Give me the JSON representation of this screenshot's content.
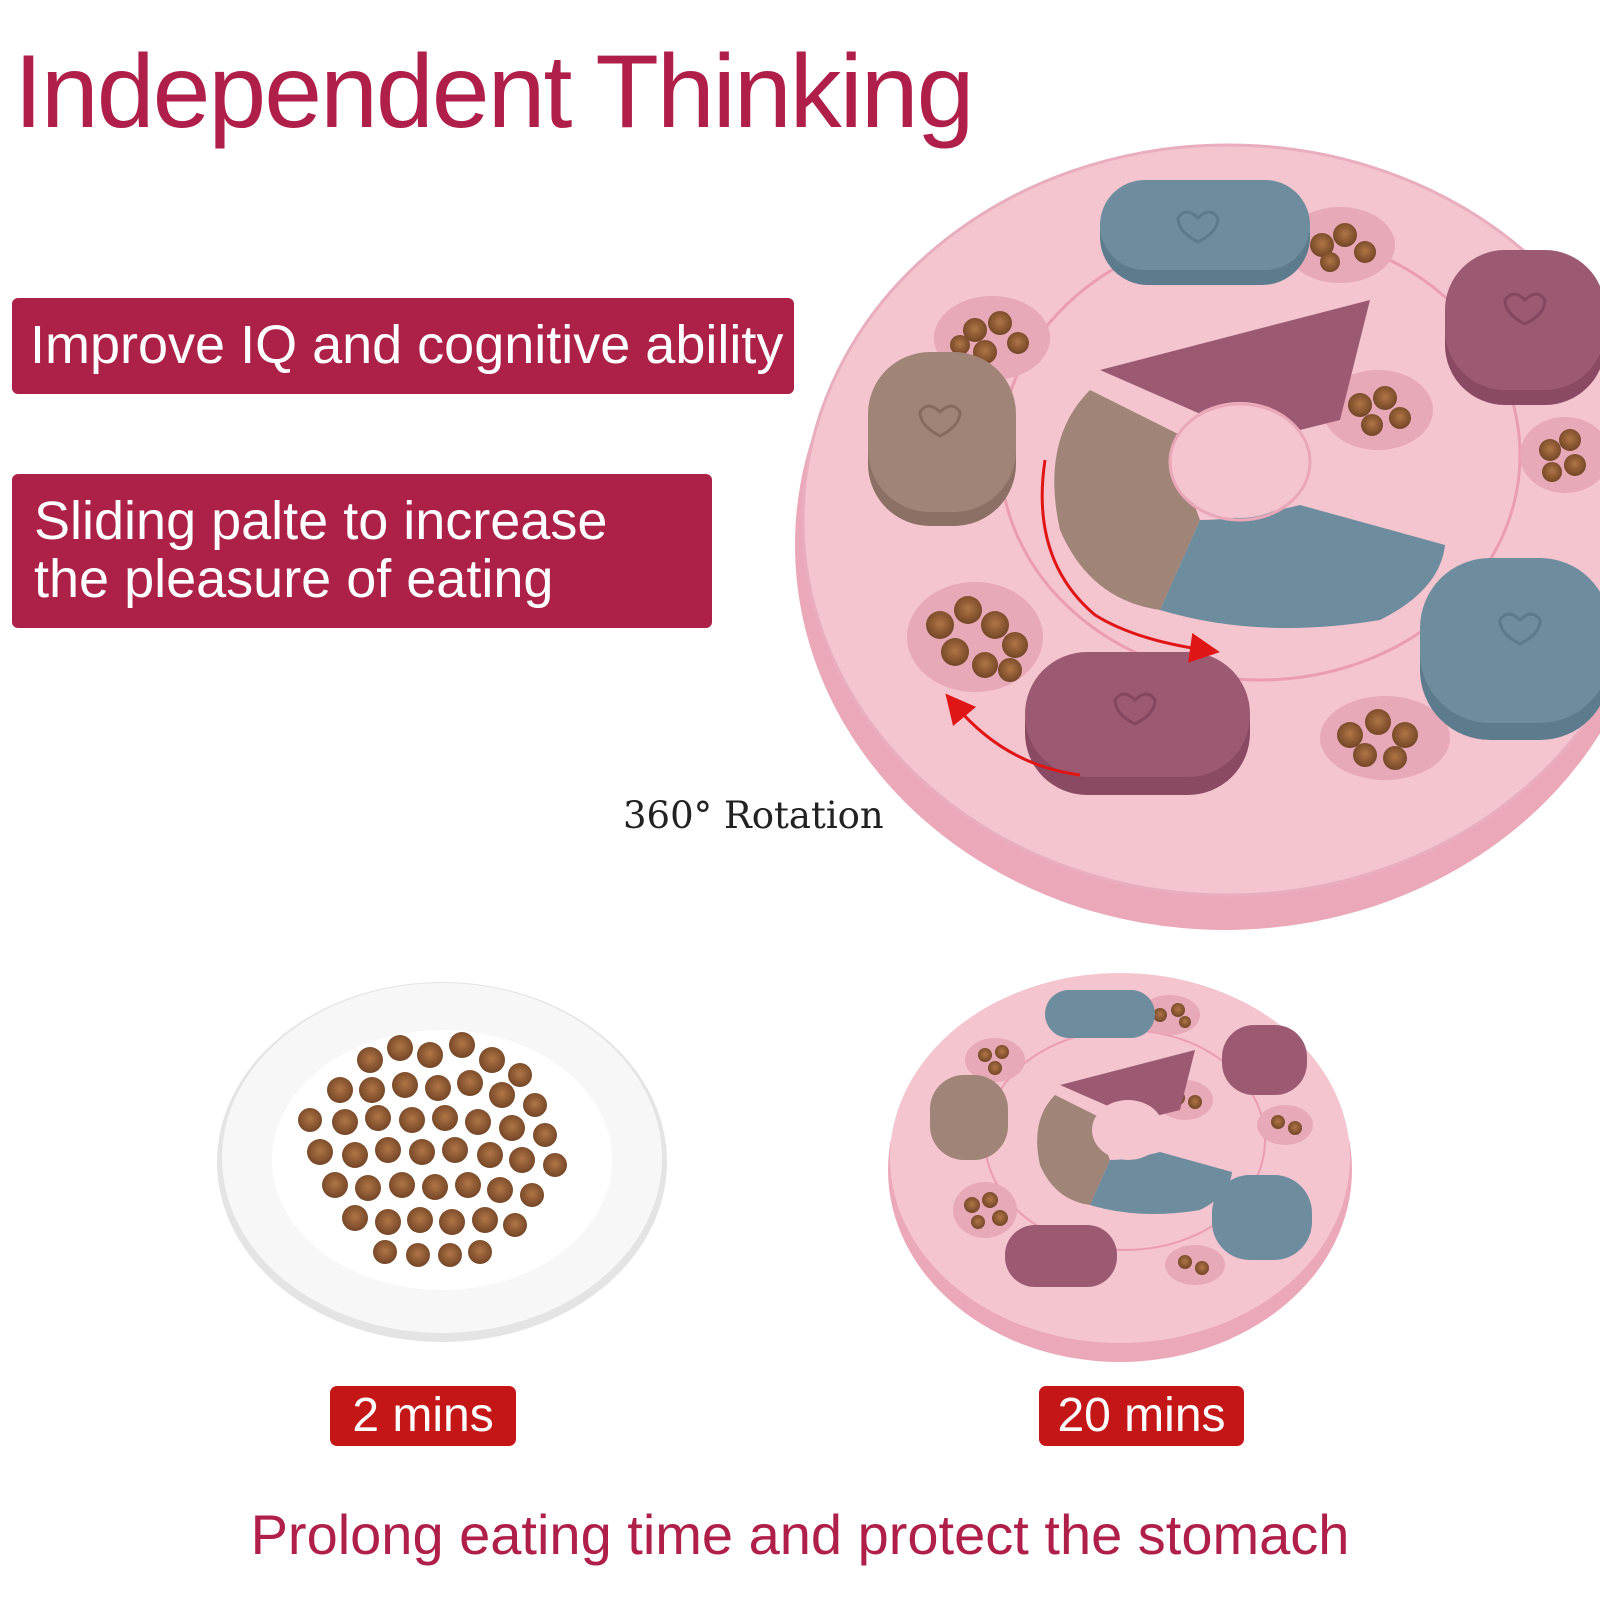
{
  "title": "Independent Thinking",
  "features": [
    "Improve IQ and cognitive ability",
    "Sliding palte to increase the pleasure of eating"
  ],
  "rotation_label": "360° Rotation",
  "comparison": {
    "plate_time": "2 mins",
    "feeder_time": "20 mins"
  },
  "footer": "Prolong eating time and protect the stomach",
  "colors": {
    "brand_crimson": "#ad2148",
    "badge_red": "#c41616",
    "feeder_pink": "#f4c4cf",
    "slide_blue": "#6d8d9f",
    "slide_mauve": "#9b5a72",
    "slide_taupe": "#a08478",
    "kibble_brown": "#8b5a36"
  }
}
